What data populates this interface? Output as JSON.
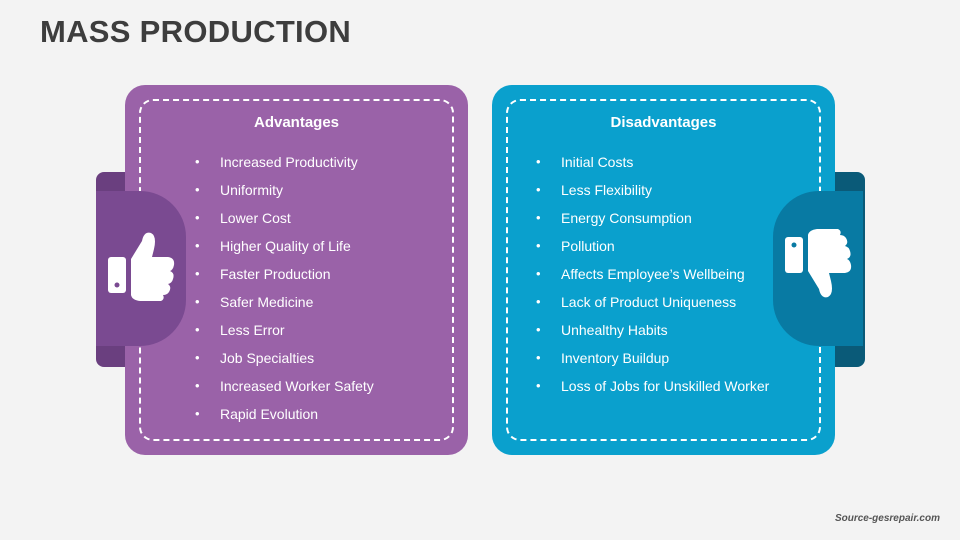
{
  "title": "MASS PRODUCTION",
  "advantages": {
    "heading": "Advantages",
    "items": [
      "Increased  Productivity",
      "Uniformity",
      "Lower Cost",
      "Higher Quality of Life",
      "Faster Production",
      "Safer Medicine",
      "Less Error",
      "Job Specialties",
      "Increased Worker Safety",
      "Rapid Evolution"
    ],
    "icon": "thumbs-up-icon",
    "color": "#9a62a8"
  },
  "disadvantages": {
    "heading": "Disadvantages",
    "items": [
      "Initial Costs",
      "Less Flexibility",
      "Energy Consumption",
      "Pollution",
      "Affects Employee’s Wellbeing",
      "Lack of Product Uniqueness",
      "Unhealthy Habits",
      "Inventory Buildup",
      "Loss of Jobs for Unskilled Worker"
    ],
    "icon": "thumbs-down-icon",
    "color": "#0aa0cd"
  },
  "footer": "Source-gesrepair.com"
}
